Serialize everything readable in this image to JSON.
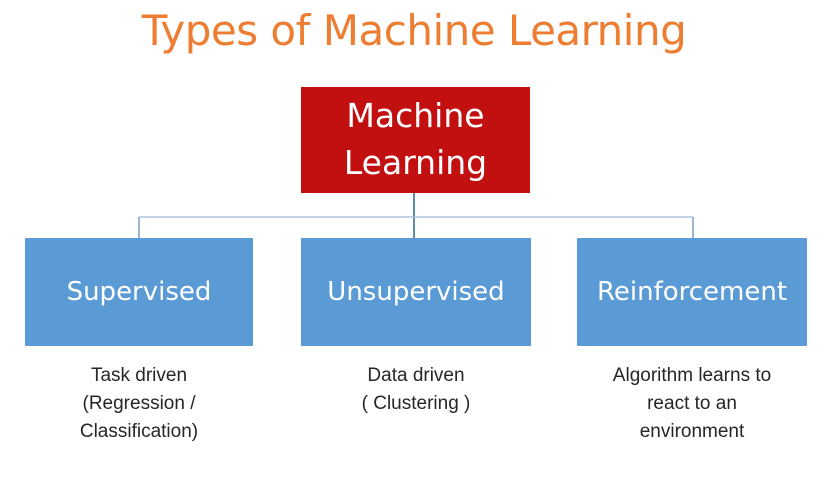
{
  "title": "Types of Machine Learning",
  "colors": {
    "background": "#FFFFFF",
    "title_text": "#ED7D31",
    "root_box_fill": "#C20F10",
    "branch_box_fill": "#5B9BD5",
    "box_text": "#FFFFFF",
    "description_text": "#262626",
    "connector_stem": "#3E6D9C",
    "connector_horizontal": "#9FBAD4",
    "connector_side_drop": "#7396B8"
  },
  "diagram": {
    "root": {
      "label": "Machine Learning"
    },
    "branches": [
      {
        "label": "Supervised",
        "description_lines": [
          "Task driven",
          "(Regression /",
          "Classification)"
        ]
      },
      {
        "label": "Unsupervised",
        "description_lines": [
          "Data driven",
          "( Clustering )"
        ]
      },
      {
        "label": "Reinforcement",
        "description_lines": [
          "Algorithm learns to",
          "react to an",
          "environment"
        ]
      }
    ]
  }
}
